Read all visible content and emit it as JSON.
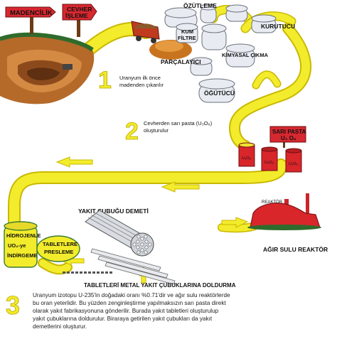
{
  "steps": {
    "s1": {
      "number": "1",
      "text": [
        "Uranyum ilk önce",
        "madenden çıkarılır"
      ]
    },
    "s2": {
      "number": "2",
      "text": [
        "Cevherden sarı pasta (U₃O₈)",
        "oluşturulur"
      ]
    },
    "s3": {
      "number": "3",
      "text": [
        "Uranyum izotopu U-235'in doğadaki oranı %0.71'dir ve ağır sulu reaktörlerde",
        "bu oran yeterlidir. Bu yüzden zenginleştirme yapılmaksızın sarı pasta direkt",
        "olarak  yakıt fabrikasyonuna gönderilir.  Burada yakıt tabletleri oluşturulup",
        "yakıt çubuklarına doldurulur. Biraraya getirilen yakıt çubukları da yakıt",
        "demetlerini oluşturur."
      ]
    }
  },
  "signs": {
    "madencilik": "MADENCİLİK",
    "cevher_line1": "CEVHER",
    "cevher_line2": "İŞLEME"
  },
  "labels": {
    "oztuleme": "ÖZÜTLEME",
    "kurutucu": "KURUTUCU",
    "kum_line1": "KUM",
    "kum_line2": "FİLTRE",
    "parcalayici": "PARÇALAYICI",
    "kimyasal": "KİMYASAL ÇIKMA",
    "ogutucu": "ÖĞÜTÜCÜ",
    "sari_pasta_line1": "SARI PASTA",
    "sari_pasta_line2": "U₃ O₈",
    "barrel": "U₃O₈",
    "reaktor_small": "REAKTÖR",
    "agir_sulu": "AĞIR SULU REAKTÖR",
    "yakit_demeti": "YAKIT ÇUBUĞU DEMETİ",
    "hidro_line1": "HİDROJENLE",
    "hidro_line2": "UO₂-ye",
    "hidro_line3": "İNDİRGEME",
    "tablet_line1": "TABLETLERE",
    "tablet_line2": "PRESLEME",
    "doldurma": "TABLETLERİ METAL YAKIT ÇUBUKLARINA DOLDURMA"
  },
  "colors": {
    "pipe": "#f3ec2c",
    "pipe_edge": "#c9b800",
    "barrel": "#d8262b",
    "sign": "#d7282f",
    "earth": "#b56a2a"
  }
}
